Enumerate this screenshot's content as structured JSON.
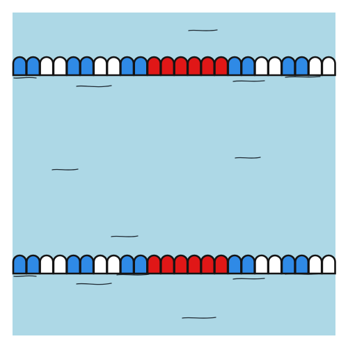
{
  "scene": {
    "subject": "swimming-pool-top-view",
    "colors": {
      "background": "#ffffff",
      "water": "#add8e6",
      "outline": "#141414",
      "ripple": "#1f2a33"
    }
  },
  "float_colors": {
    "blue": "#2f8ae6",
    "white": "#ffffff",
    "red": "#e01717"
  },
  "lane_ropes": [
    {
      "name": "lane-rope-top",
      "pattern": [
        "blue",
        "blue",
        "white",
        "white",
        "blue",
        "blue",
        "white",
        "white",
        "blue",
        "blue",
        "red",
        "red",
        "red",
        "red",
        "red",
        "red",
        "blue",
        "blue",
        "white",
        "white",
        "blue",
        "blue",
        "white",
        "white"
      ]
    },
    {
      "name": "lane-rope-bottom",
      "pattern": [
        "blue",
        "blue",
        "white",
        "white",
        "blue",
        "blue",
        "white",
        "white",
        "blue",
        "blue",
        "red",
        "red",
        "red",
        "red",
        "red",
        "red",
        "blue",
        "blue",
        "white",
        "white",
        "blue",
        "blue",
        "white",
        "white"
      ]
    }
  ]
}
